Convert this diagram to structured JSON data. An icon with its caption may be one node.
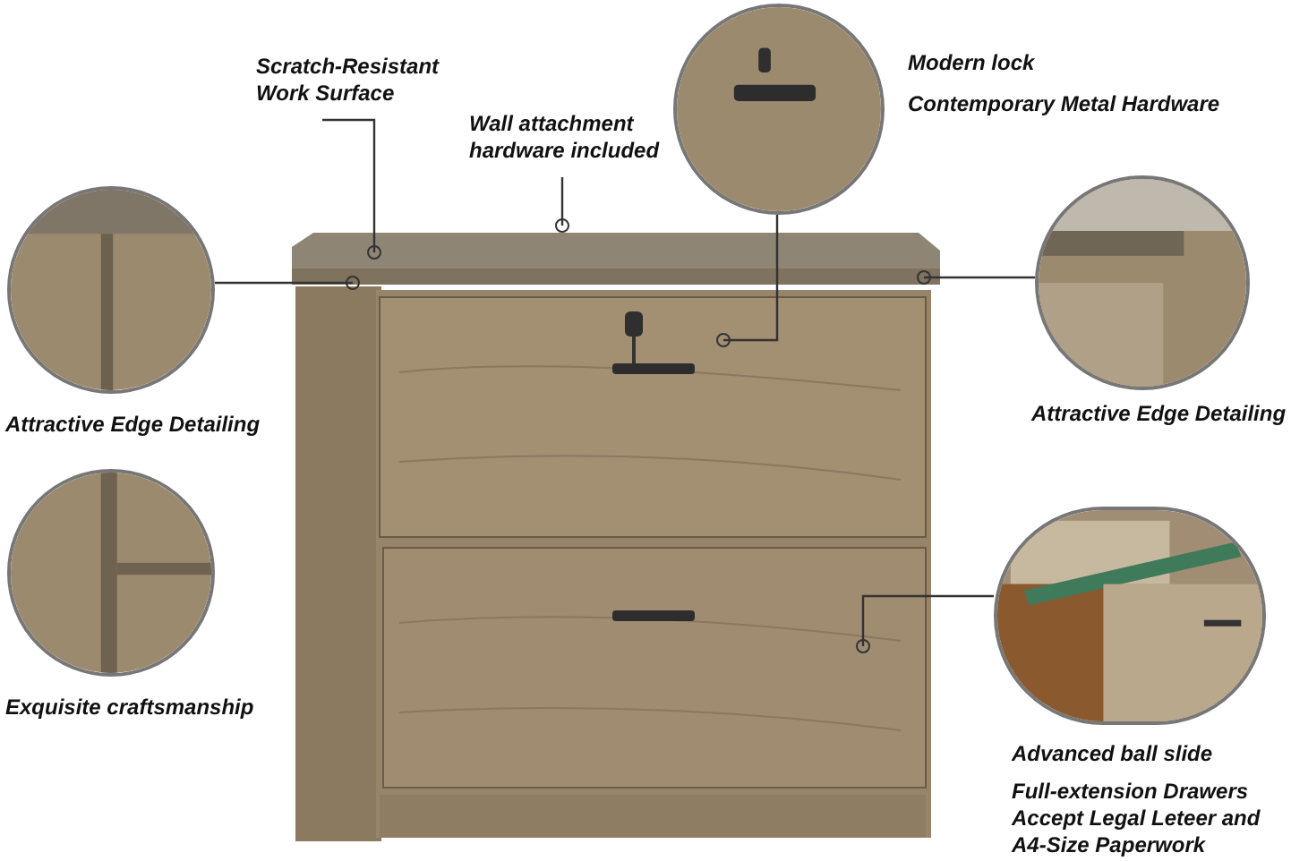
{
  "diagram": {
    "nodes": [
      {
        "text": [],
        "shape": "picture"
      },
      {
        "text": [
          "Scratch-Resistant Work Surface"
        ]
      },
      {
        "text": [
          "Wall attachment hardware included"
        ]
      },
      {
        "text": [],
        "shape": "picture",
        "beside": [
          "Modern lock",
          "Contemporary Metal Hardware"
        ]
      },
      {
        "text": [],
        "shape": "picture",
        "beside": [
          "Attractive Edge Detailing"
        ]
      },
      {
        "text": [],
        "shape": "picture",
        "beside": [
          "Attractive Edge Detailing"
        ]
      },
      {
        "text": [],
        "shape": "picture",
        "beside": [
          "Exquisite craftsmanship"
        ]
      },
      {
        "text": [],
        "shape": "picture",
        "beside": [
          "Advanced ball slide",
          "Full-extension Drawers Accept Legal Leteer and A4-Size Paperwork"
        ]
      }
    ],
    "edges": [
      {
        "from": 1,
        "to": 0,
        "arrow": "other"
      },
      {
        "from": 2,
        "to": 0,
        "arrow": "other"
      },
      {
        "from": 3,
        "to": 0,
        "arrow": "other"
      },
      {
        "from": 4,
        "to": 0,
        "arrow": "other"
      },
      {
        "from": 5,
        "to": 0,
        "arrow": "other"
      },
      {
        "from": 7,
        "to": 0,
        "arrow": "other"
      }
    ]
  }
}
